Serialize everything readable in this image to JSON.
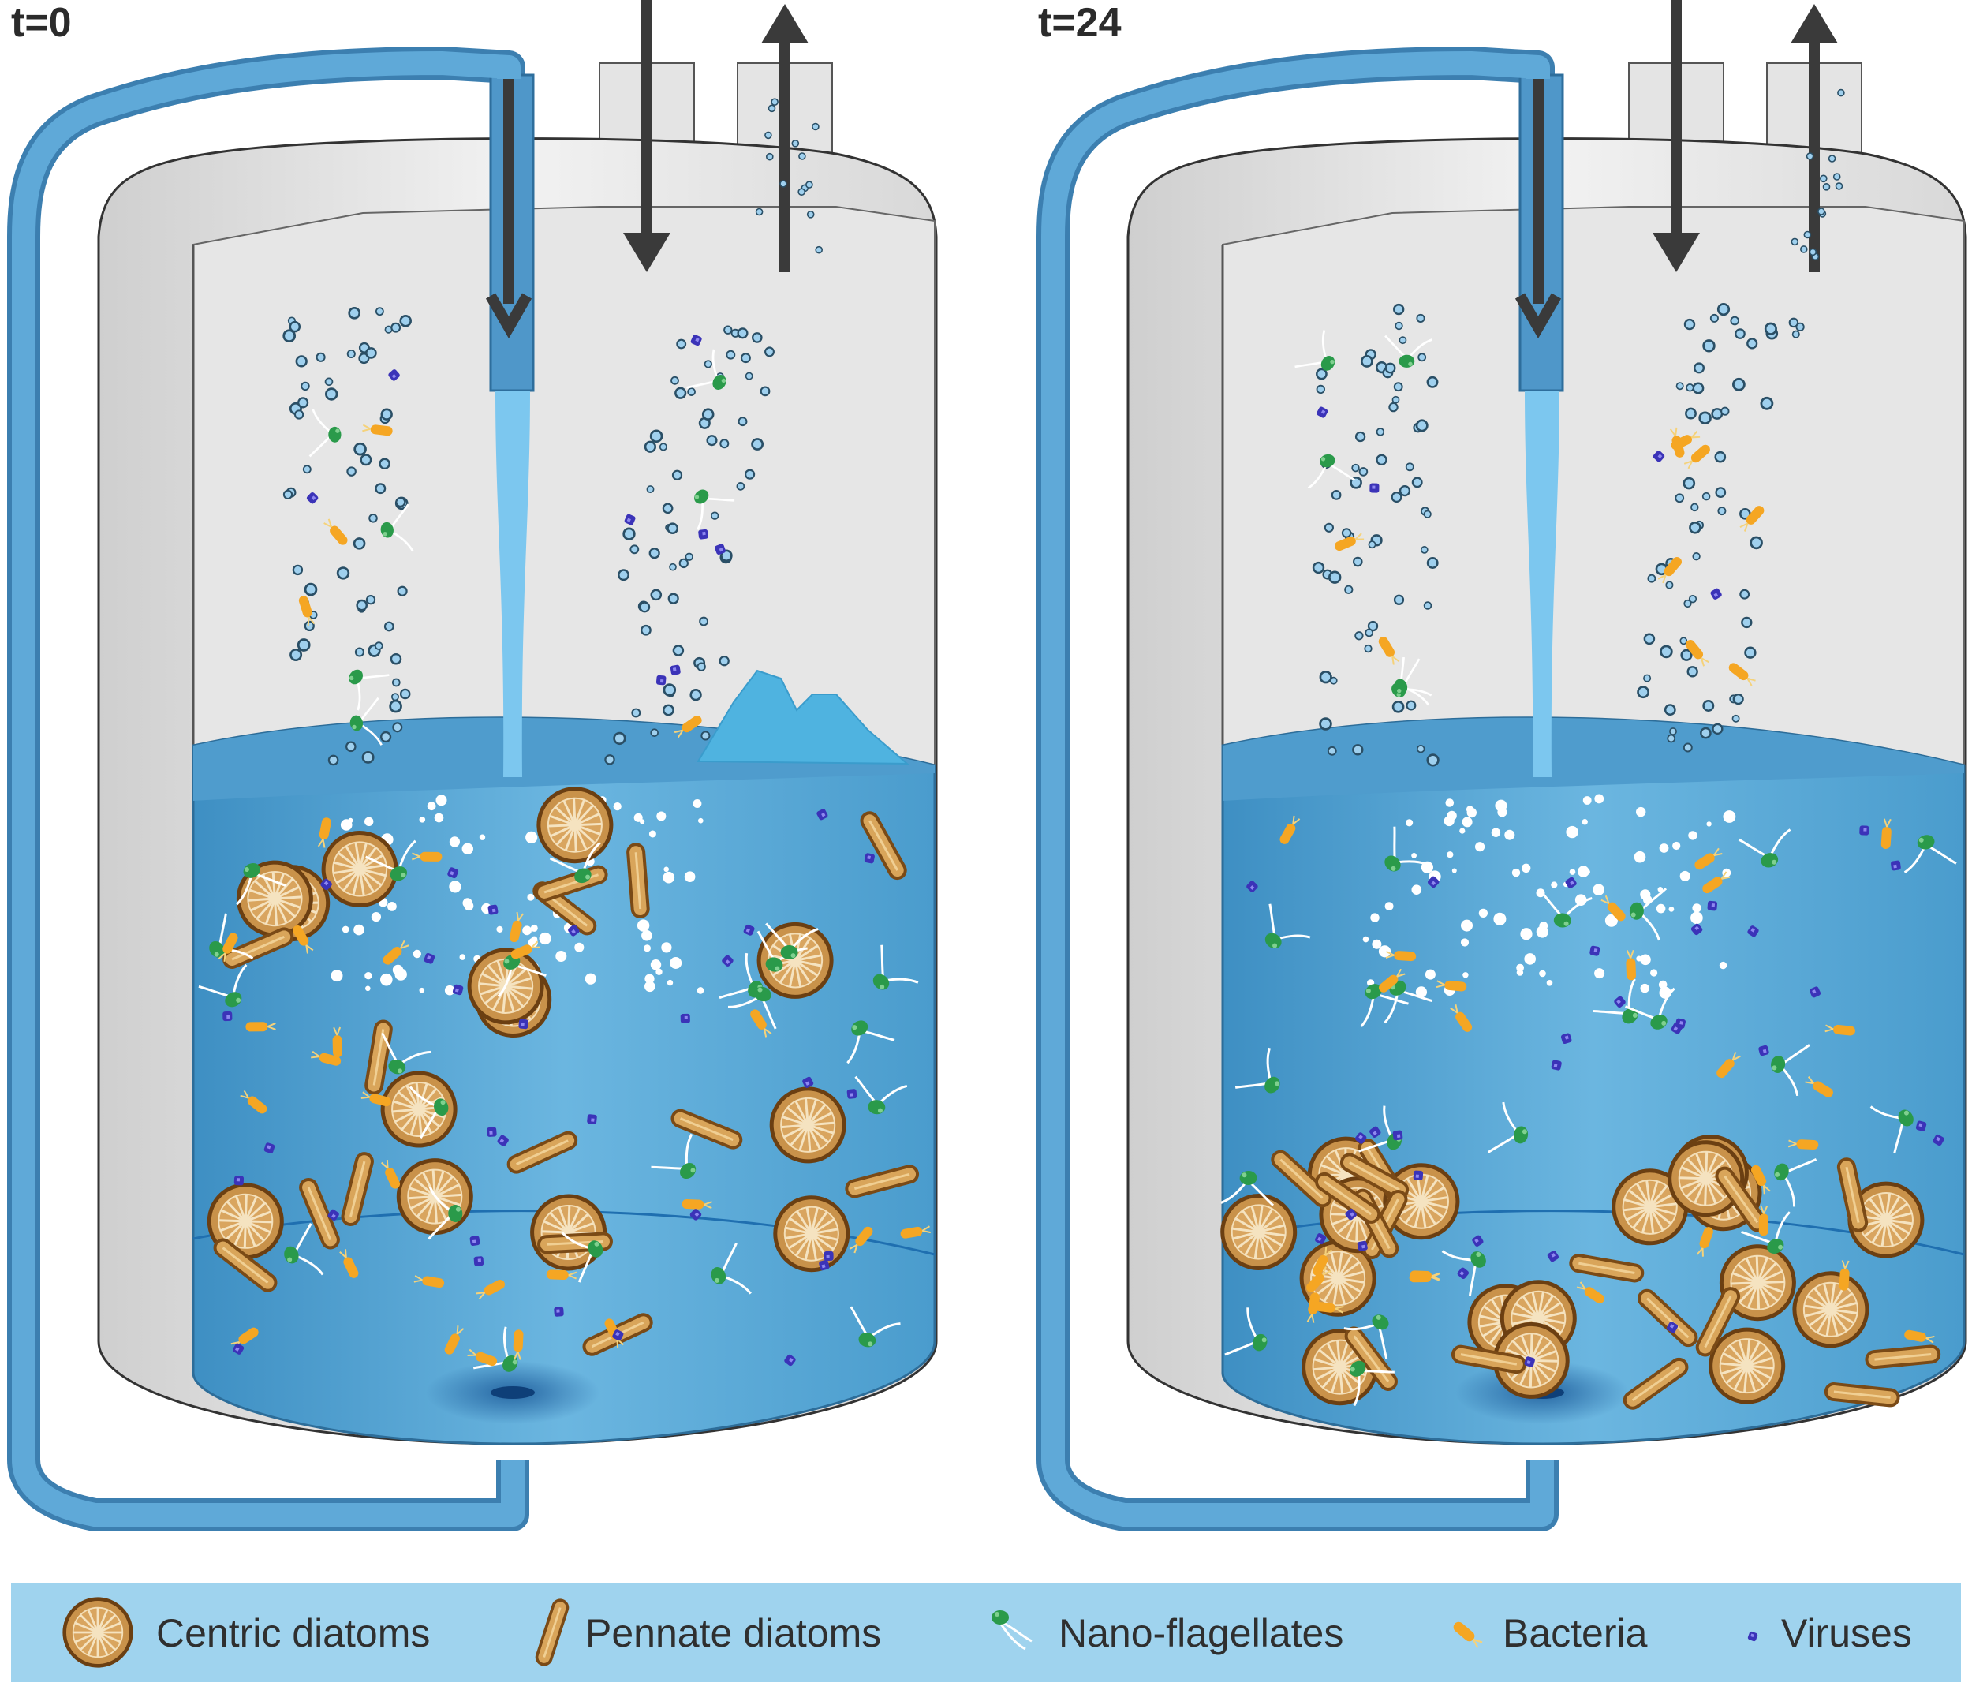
{
  "panels": [
    {
      "time_label": "t=0"
    },
    {
      "time_label": "t=24"
    }
  ],
  "legend": {
    "items": [
      {
        "label": "Centric diatoms",
        "icon": "centric-diatom-icon"
      },
      {
        "label": "Pennate diatoms",
        "icon": "pennate-diatom-icon"
      },
      {
        "label": "Nano-flagellates",
        "icon": "nano-flagellate-icon"
      },
      {
        "label": "Bacteria",
        "icon": "bacteria-icon"
      },
      {
        "label": "Viruses",
        "icon": "virus-icon"
      }
    ]
  },
  "colors": {
    "water": "#5aa9d6",
    "pipe": "#4f97c9",
    "legend_bg": "#9fd3ee",
    "centric": "#c9924a",
    "pennate": "#d9a55a",
    "flagellate": "#2a9a4a",
    "bacteria": "#f5a623",
    "virus": "#3b33b8",
    "arrow": "#3a3a3a"
  }
}
